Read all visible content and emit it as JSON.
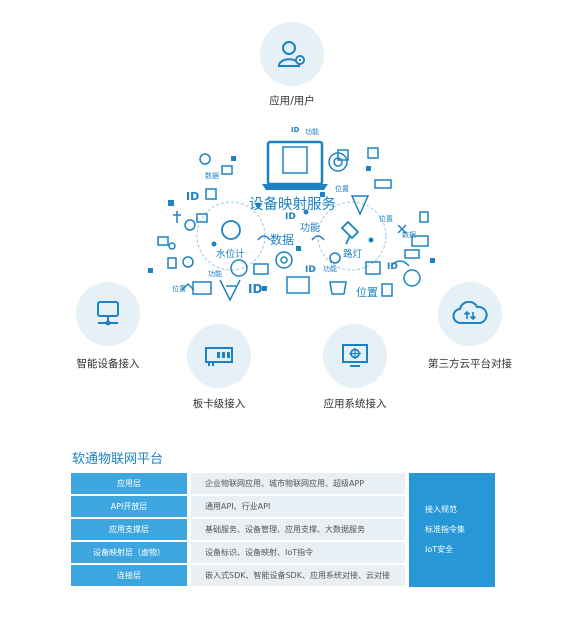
{
  "nodes": {
    "top": "应用/用户",
    "left": "智能设备接入",
    "mid_left": "板卡级接入",
    "mid_right": "应用系统接入",
    "right": "第三方云平台对接"
  },
  "cloud": {
    "headline": "设备映射服务",
    "center_words": [
      "数据",
      "功能"
    ],
    "left_circle": "水位计",
    "right_circle": "路灯",
    "small_words": {
      "id": "ID",
      "function": "功能",
      "data": "数据",
      "position": "位置"
    }
  },
  "platform": {
    "title": "软通物联网平台",
    "layers": [
      {
        "name": "应用层",
        "desc": "企业物联网应用、城市物联网应用、超级APP"
      },
      {
        "name": "API开放层",
        "desc": "通用API、行业API"
      },
      {
        "name": "应用支撑层",
        "desc": "基础服务、设备管理、应用支撑、大数据服务"
      },
      {
        "name": "设备映射层（虚物）",
        "desc": "设备标识、设备映射、IoT指令"
      },
      {
        "name": "连接层",
        "desc": "嵌入式SDK、智能设备SDK、应用系统对接、云对接"
      }
    ],
    "side": [
      "接入规范",
      "标准指令集",
      "IoT安全"
    ]
  },
  "colors": {
    "accent": "#1d82c4",
    "light_circle": "#e6f0f7",
    "layer_name_bg": "#3ea6df",
    "side_bg": "#2797d8"
  }
}
